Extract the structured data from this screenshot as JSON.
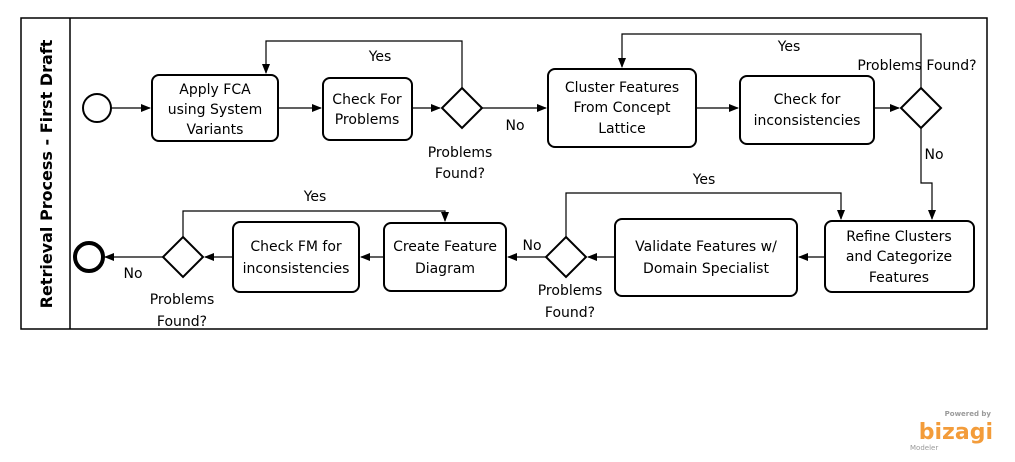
{
  "pool": {
    "title": "Retrieval Process - First Draft"
  },
  "tasks": {
    "apply_fca": [
      "Apply FCA",
      "using System",
      "Variants"
    ],
    "check_problems": [
      "Check For",
      "Problems"
    ],
    "cluster_features": [
      "Cluster Features",
      "From Concept",
      "Lattice"
    ],
    "check_inconsistencies": [
      "Check for",
      "inconsistencies"
    ],
    "refine_clusters": [
      "Refine Clusters",
      "and Categorize",
      "Features"
    ],
    "validate_features": [
      "Validate Features w/",
      "Domain Specialist"
    ],
    "create_feature_diagram": [
      "Create Feature",
      "Diagram"
    ],
    "check_fm": [
      "Check FM for",
      "inconsistencies"
    ]
  },
  "gateways": {
    "gw1": [
      "Problems",
      "Found?"
    ],
    "gw2": [
      "Problems Found?"
    ],
    "gw3": [
      "Problems",
      "Found?"
    ],
    "gw4": [
      "Problems",
      "Found?"
    ]
  },
  "flow_labels": {
    "gw1_yes": "Yes",
    "gw1_no": "No",
    "gw2_yes": "Yes",
    "gw2_no": "No",
    "gw3_yes": "Yes",
    "gw3_no": "No",
    "gw4_yes": "Yes",
    "gw4_no": "No"
  },
  "branding": {
    "powered_by": "Powered by",
    "name": "bizagi",
    "product": "Modeler"
  }
}
